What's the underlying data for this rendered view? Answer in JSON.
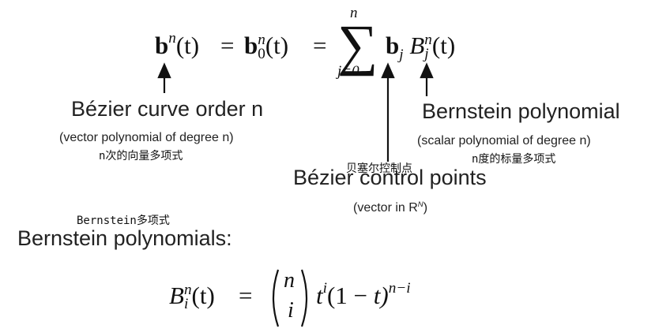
{
  "top_formula": {
    "lhs_vector": "b",
    "lhs_sup": "n",
    "lhs_arg": "(t)",
    "eq1": "=",
    "mid_vector": "b",
    "mid_sup": "n",
    "mid_sub": "0",
    "mid_arg": "(t)",
    "eq2": "=",
    "sum_symbol": "∑",
    "sum_upper": "n",
    "sum_lower": "j=0",
    "term_vector": "b",
    "term_sub": "j",
    "basis_symbol": "B",
    "basis_sup": "n",
    "basis_sub": "j",
    "basis_arg": "(t)"
  },
  "annotations": {
    "bezier_curve": {
      "title": "Bézier curve order n",
      "subtitle": "(vector polynomial of degree n)",
      "note": "n次的向量多项式"
    },
    "control_points": {
      "note": "贝塞尔控制点",
      "title": "Bézier control points",
      "subtitle_prefix": "(vector in R",
      "subtitle_sup": "N",
      "subtitle_suffix": ")"
    },
    "bernstein": {
      "title": "Bernstein polynomial",
      "subtitle": "(scalar polynomial of degree n)",
      "note": "n度的标量多项式"
    }
  },
  "section": {
    "note": "Bernstein多项式",
    "heading": "Bernstein polynomials:"
  },
  "bottom_formula": {
    "symbol": "B",
    "sup": "n",
    "sub": "i",
    "arg": "(t)",
    "eq": "=",
    "binom_top": "n",
    "binom_bottom": "i",
    "t_base": "t",
    "t_exp": "i",
    "paren_open": "(1",
    "minus": "−",
    "paren_t": "t)",
    "power": "n−i"
  }
}
